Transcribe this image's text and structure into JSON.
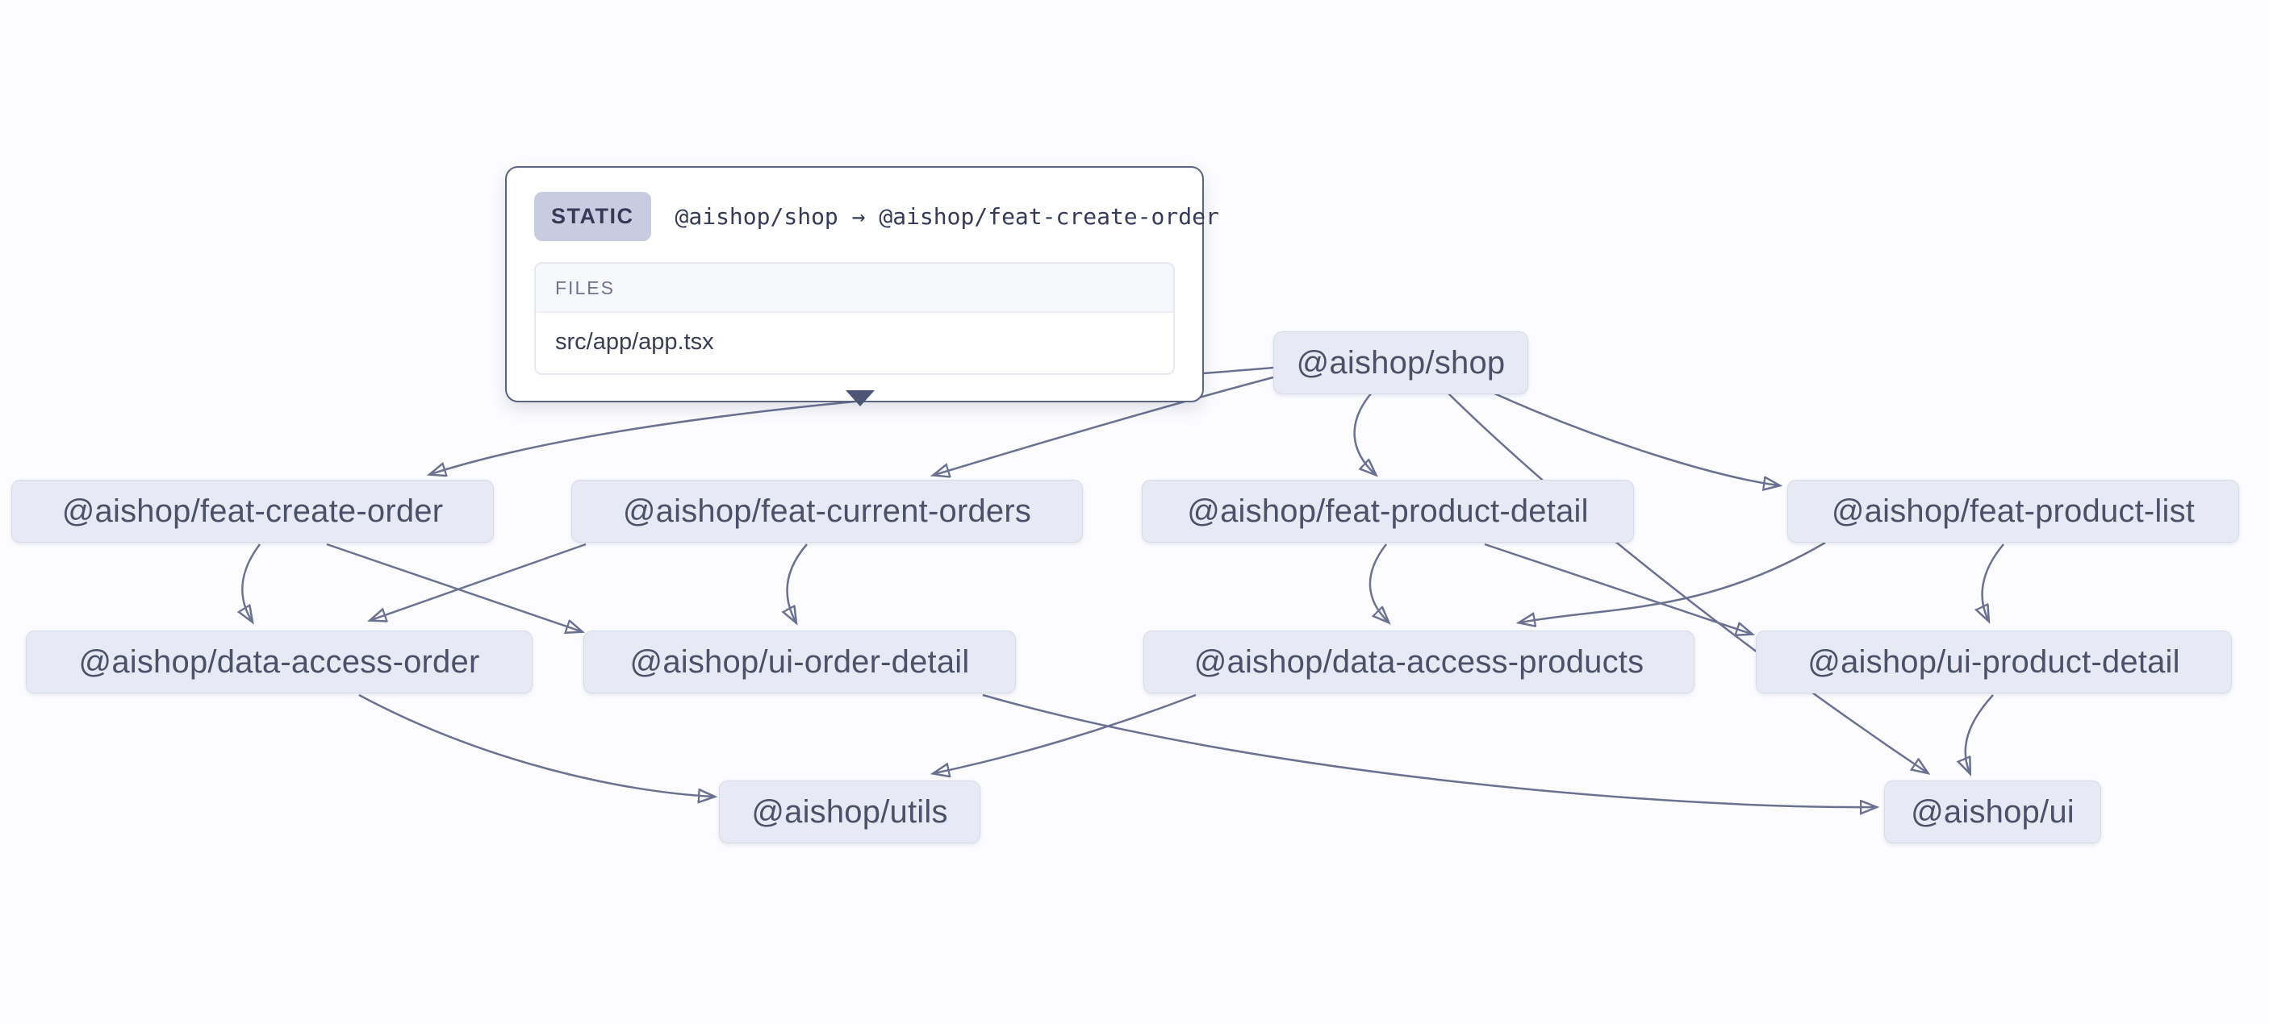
{
  "tooltip": {
    "type_badge": "STATIC",
    "edge_label": "@aishop/shop → @aishop/feat-create-order",
    "files_header": "FILES",
    "files": [
      "src/app/app.tsx"
    ]
  },
  "nodes": [
    {
      "id": "shop",
      "label": "@aishop/shop"
    },
    {
      "id": "feat-create-order",
      "label": "@aishop/feat-create-order"
    },
    {
      "id": "feat-current-orders",
      "label": "@aishop/feat-current-orders"
    },
    {
      "id": "feat-product-detail",
      "label": "@aishop/feat-product-detail"
    },
    {
      "id": "feat-product-list",
      "label": "@aishop/feat-product-list"
    },
    {
      "id": "data-access-order",
      "label": "@aishop/data-access-order"
    },
    {
      "id": "ui-order-detail",
      "label": "@aishop/ui-order-detail"
    },
    {
      "id": "data-access-products",
      "label": "@aishop/data-access-products"
    },
    {
      "id": "ui-product-detail",
      "label": "@aishop/ui-product-detail"
    },
    {
      "id": "utils",
      "label": "@aishop/utils"
    },
    {
      "id": "ui",
      "label": "@aishop/ui"
    }
  ],
  "edges": [
    {
      "source": "@aishop/shop",
      "target": "@aishop/feat-create-order",
      "type": "static",
      "selected": true
    },
    {
      "source": "@aishop/shop",
      "target": "@aishop/feat-current-orders",
      "type": "static"
    },
    {
      "source": "@aishop/shop",
      "target": "@aishop/feat-product-detail",
      "type": "static"
    },
    {
      "source": "@aishop/shop",
      "target": "@aishop/feat-product-list",
      "type": "static"
    },
    {
      "source": "@aishop/shop",
      "target": "@aishop/ui",
      "type": "static"
    },
    {
      "source": "@aishop/feat-create-order",
      "target": "@aishop/data-access-order",
      "type": "static"
    },
    {
      "source": "@aishop/feat-create-order",
      "target": "@aishop/ui-order-detail",
      "type": "static"
    },
    {
      "source": "@aishop/feat-current-orders",
      "target": "@aishop/data-access-order",
      "type": "static"
    },
    {
      "source": "@aishop/feat-current-orders",
      "target": "@aishop/ui-order-detail",
      "type": "static"
    },
    {
      "source": "@aishop/feat-product-detail",
      "target": "@aishop/data-access-products",
      "type": "static"
    },
    {
      "source": "@aishop/feat-product-detail",
      "target": "@aishop/ui-product-detail",
      "type": "static"
    },
    {
      "source": "@aishop/feat-product-list",
      "target": "@aishop/data-access-products",
      "type": "static"
    },
    {
      "source": "@aishop/feat-product-list",
      "target": "@aishop/ui-product-detail",
      "type": "static"
    },
    {
      "source": "@aishop/data-access-order",
      "target": "@aishop/utils",
      "type": "static"
    },
    {
      "source": "@aishop/data-access-products",
      "target": "@aishop/utils",
      "type": "static"
    },
    {
      "source": "@aishop/ui-order-detail",
      "target": "@aishop/ui",
      "type": "static"
    },
    {
      "source": "@aishop/ui-product-detail",
      "target": "@aishop/ui",
      "type": "static"
    }
  ],
  "colors": {
    "background": "#fcfcfe",
    "node_background": "#e7eaf4",
    "node_border": "#d7dbe8",
    "node_text": "#4b5169",
    "edge": "#6b7190",
    "tooltip_border": "#5b6282",
    "badge_background": "#c7cce1",
    "badge_text": "#343b58",
    "files_header_text": "#6e7490",
    "file_text": "#3a3e53"
  }
}
